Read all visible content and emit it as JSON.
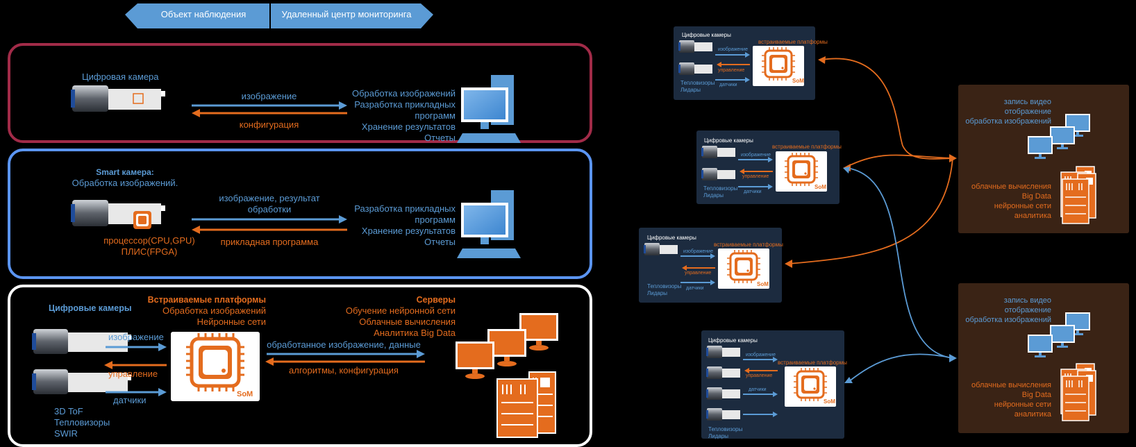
{
  "header": {
    "left": "Объект наблюдения",
    "right": "Удаленный центр мониторинга"
  },
  "colors": {
    "blue": "#5b9bd5",
    "orange": "#e46c1e",
    "maroon": "#a12b48",
    "light_blue": "#5b95f3",
    "white": "#ffffff",
    "node_bg": "#1c2b3f",
    "server_bg": "#3a2315"
  },
  "panel1": {
    "camera_label": "Цифровая камера",
    "arrow_top": "изображение",
    "arrow_bottom": "конфигурация",
    "right_lines": [
      "Обработка изображений",
      "Разработка прикладных",
      "программ",
      "Хранение результатов",
      "Отчеты"
    ]
  },
  "panel2": {
    "title": "Smart камера:",
    "subtitle": "Обработка изображений.",
    "arrow_top_line1": "изображение, результат",
    "arrow_top_line2": "обработки",
    "arrow_bottom": "прикладная программа",
    "processor_line1": "процессор(CPU,GPU)",
    "processor_line2": "ПЛИС(FPGA)",
    "right_lines": [
      "Разработка прикладных",
      "программ",
      "Хранение результатов",
      "Отчеты"
    ]
  },
  "panel3": {
    "cameras_title": "Цифровые камеры",
    "arrow_image": "изображение",
    "arrow_control": "управление",
    "arrow_sensors": "датчики",
    "sensor_list": [
      "3D ToF",
      "Тепловизоры",
      "SWIR"
    ],
    "platform_title": "Встраиваемые платформы",
    "platform_lines": [
      "Обработка изображений",
      "Нейронные сети"
    ],
    "som": "SoM",
    "link_top": "обработанное изображение, данные",
    "link_bottom": "алгоритмы, конфигурация",
    "servers_title": "Серверы",
    "servers_lines": [
      "Обучение нейронной сети",
      "Облачные вычисления",
      "Аналитика Big Data"
    ]
  },
  "nodes_common": {
    "cameras": "Цифровые камеры",
    "platforms": "встраиваемые платформы",
    "image": "изображение",
    "control": "управление",
    "sensors": "датчики",
    "thermal": "Тепловизоры",
    "lidars": "Лидары",
    "som": "SoM"
  },
  "server_center": {
    "lines_top": [
      "запись видео",
      "отображение",
      "обработка изображений"
    ],
    "lines_bottom": [
      "облачные вычисления",
      "Big Data",
      "нейронные сети",
      "аналитика"
    ]
  }
}
